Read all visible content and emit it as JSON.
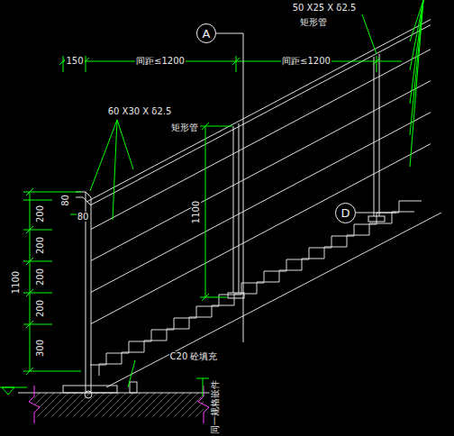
{
  "diagram": {
    "nodes": [
      {
        "text": [
          "A"
        ]
      },
      {
        "text": [
          "D"
        ]
      }
    ],
    "labels": [
      "150",
      "间距≤1200",
      "间距≤1200",
      "50 X25 X δ2.5",
      "矩形管",
      "60 X30 X δ2.5",
      "矩形管",
      "80",
      "80",
      "200",
      "200",
      "200",
      "200",
      "300",
      "1100",
      "1100",
      "C20 砼填充",
      "同一规格嵌件"
    ]
  }
}
